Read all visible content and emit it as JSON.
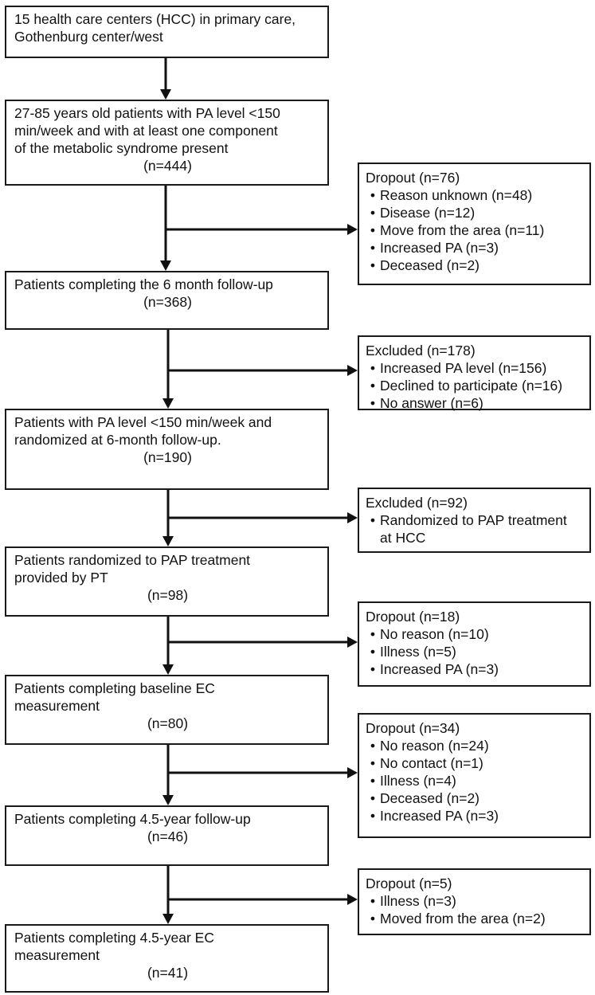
{
  "main": [
    {
      "lines": [
        "15 health care centers (HCC) in primary care,",
        "Gothenburg center/west"
      ],
      "n": ""
    },
    {
      "lines": [
        "27-85 years old patients with PA level <150",
        "min/week and with at least one component",
        "of the metabolic syndrome present"
      ],
      "n": "(n=444)"
    },
    {
      "lines": [
        "Patients completing the 6 month follow-up"
      ],
      "n": "(n=368)"
    },
    {
      "lines": [
        "Patients with PA level <150 min/week and",
        "randomized at 6-month follow-up."
      ],
      "n": "(n=190)"
    },
    {
      "lines": [
        "Patients randomized to PAP treatment",
        "provided by PT"
      ],
      "n": "(n=98)"
    },
    {
      "lines": [
        "Patients completing baseline EC",
        "measurement"
      ],
      "n": "(n=80)"
    },
    {
      "lines": [
        "Patients completing 4.5-year follow-up"
      ],
      "n": "(n=46)"
    },
    {
      "lines": [
        "Patients completing 4.5-year EC",
        "measurement"
      ],
      "n": "(n=41)"
    }
  ],
  "side": [
    {
      "title": "Dropout (n=76)",
      "items": [
        [
          "Reason unknown (n=48)"
        ],
        [
          "Disease (n=12)"
        ],
        [
          "Move from the area (n=11)"
        ],
        [
          "Increased PA (n=3)"
        ],
        [
          "Deceased (n=2)"
        ]
      ]
    },
    {
      "title": "Excluded (n=178)",
      "items": [
        [
          "Increased PA level (n=156)"
        ],
        [
          "Declined to participate (n=16)"
        ],
        [
          "No answer (n=6)"
        ]
      ]
    },
    {
      "title": "Excluded (n=92)",
      "items": [
        [
          "Randomized to PAP treatment",
          "at HCC"
        ]
      ]
    },
    {
      "title": "Dropout (n=18)",
      "items": [
        [
          "No reason (n=10)"
        ],
        [
          "Illness (n=5)"
        ],
        [
          "Increased PA (n=3)"
        ]
      ]
    },
    {
      "title": "Dropout (n=34)",
      "items": [
        [
          "No reason (n=24)"
        ],
        [
          "No contact (n=1)"
        ],
        [
          "Illness (n=4)"
        ],
        [
          "Deceased (n=2)"
        ],
        [
          "Increased PA (n=3)"
        ]
      ]
    },
    {
      "title": "Dropout (n=5)",
      "items": [
        [
          "Illness (n=3)"
        ],
        [
          "Moved from the area (n=2)"
        ]
      ]
    }
  ],
  "bullet_glyph": "•"
}
